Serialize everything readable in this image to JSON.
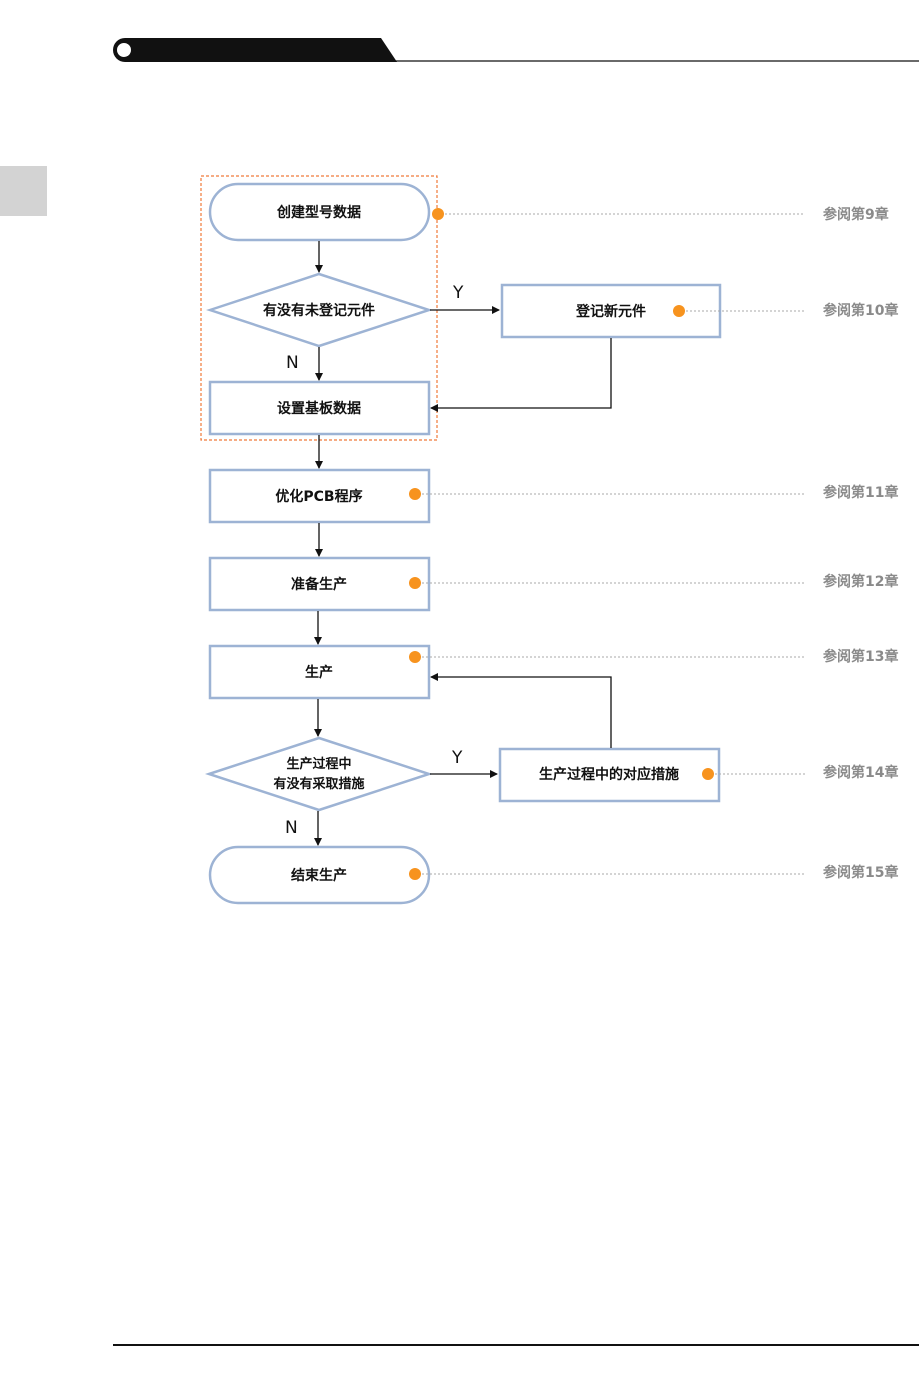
{
  "colors": {
    "box_stroke": "#9db3d4",
    "accent_dot": "#f7931e",
    "group_border": "#f07a3a",
    "ref_text": "#8a8a8a",
    "header_bar": "#111111",
    "side_tab": "#d3d3d3"
  },
  "nodes": {
    "create_model": "创建型号数据",
    "unregistered_check": "有没有未登记元件",
    "register_new": "登记新元件",
    "board_data": "设置基板数据",
    "optimize": "优化PCB程序",
    "prepare": "准备生产",
    "produce": "生产",
    "measure_check_line1": "生产过程中",
    "measure_check_line2": "有没有采取措施",
    "countermeasure": "生产过程中的对应措施",
    "end": "结束生产"
  },
  "labels": {
    "yes": "Y",
    "no": "N"
  },
  "refs": {
    "ch9": "参阅第9章",
    "ch10": "参阅第10章",
    "ch11": "参阅第11章",
    "ch12": "参阅第12章",
    "ch13": "参阅第13章",
    "ch14": "参阅第14章",
    "ch15": "参阅第15章"
  }
}
